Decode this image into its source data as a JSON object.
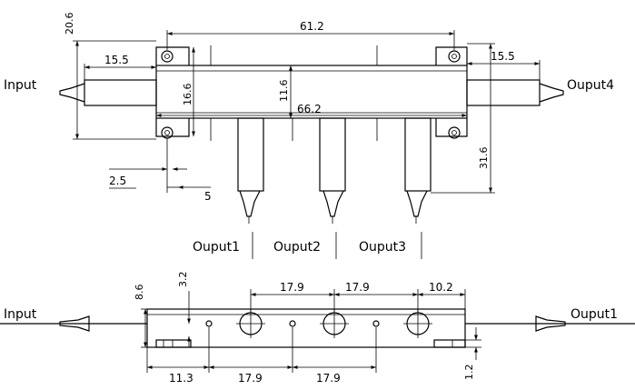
{
  "top_view": {
    "labels": {
      "input": "Input",
      "output1": "Ouput1",
      "output2": "Ouput2",
      "output3": "Ouput3",
      "output4": "Ouput4"
    },
    "dimensions": {
      "d61_2": "61.2",
      "d20_6": "20.6",
      "d15_5_left": "15.5",
      "d15_5_right": "15.5",
      "d16_6": "16.6",
      "d11_6": "11.6",
      "d66_2": "66.2",
      "d31_6": "31.6",
      "d2_5": "2.5",
      "d5": "5"
    }
  },
  "side_view": {
    "labels": {
      "input": "Input",
      "output1": "Ouput1"
    },
    "dimensions": {
      "d8_6": "8.6",
      "d3_2": "3.2",
      "d17_9_top_a": "17.9",
      "d17_9_top_b": "17.9",
      "d10_2": "10.2",
      "d11_3": "11.3",
      "d17_9_bottom_a": "17.9",
      "d17_9_bottom_b": "17.9",
      "d1_2": "1.2"
    }
  }
}
